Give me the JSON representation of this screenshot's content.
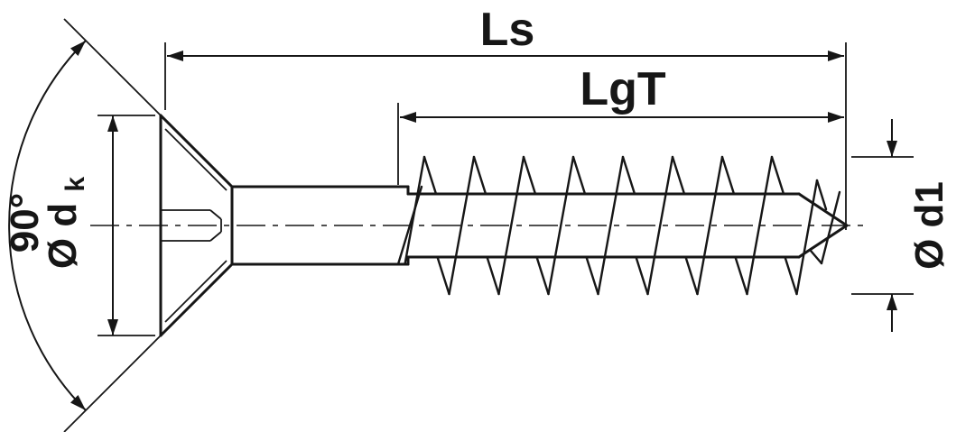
{
  "diagram": {
    "type": "technical-drawing",
    "subject": "countersunk-screw-dimensions",
    "labels": {
      "total_length": "Ls",
      "threaded_length": "LgT",
      "head_angle": "90°",
      "head_diameter": {
        "main": "Ø d",
        "sub": "k"
      },
      "thread_diameter": "Ø d1"
    },
    "colors": {
      "line": "#161616",
      "background": "#ffffff"
    }
  }
}
